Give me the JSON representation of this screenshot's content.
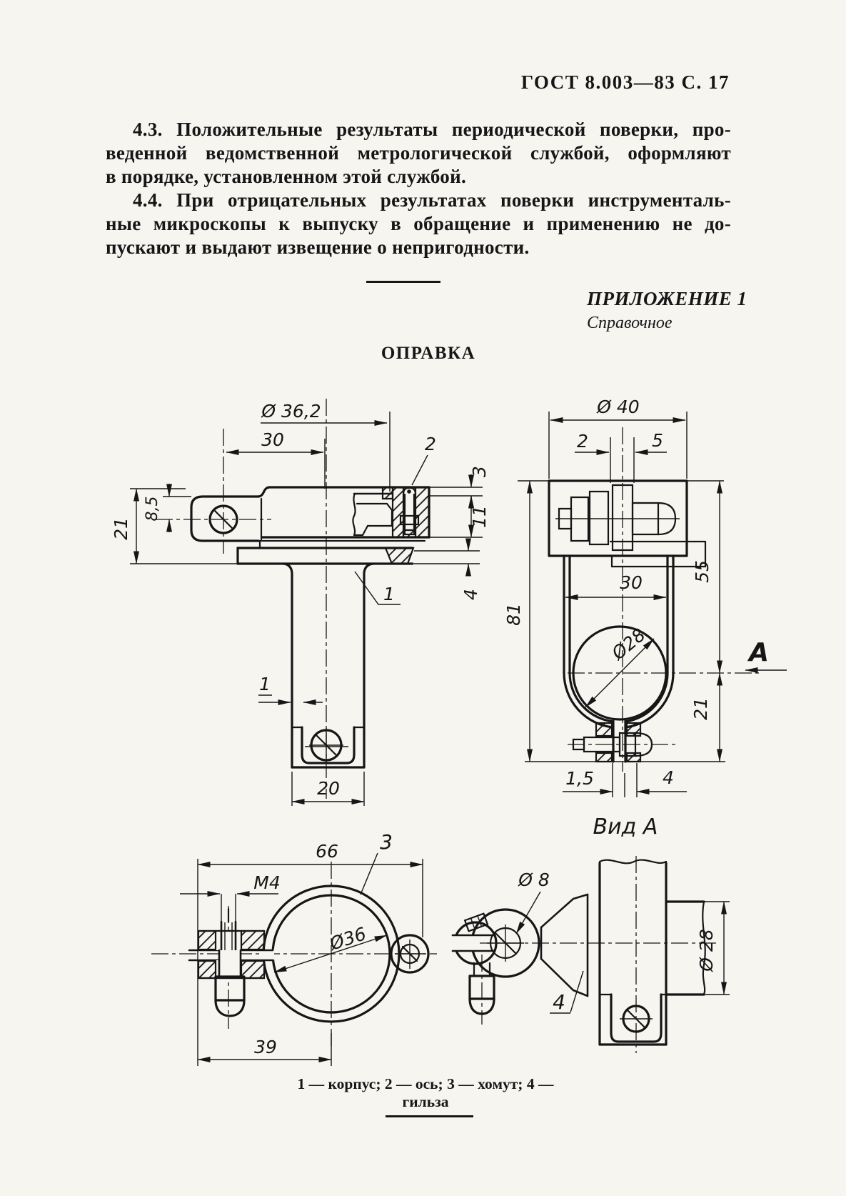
{
  "page": {
    "header": "ГОСТ 8.003—83 С. 17",
    "appendix_label": "ПРИЛОЖЕНИЕ 1",
    "appendix_sublabel": "Справочное",
    "section_title": "ОПРАВКА",
    "caption": "1 — корпус; 2 — ось; 3 — хомут; 4 — гильза"
  },
  "paragraphs": {
    "p43": [
      "4.3. Положительные результаты периодической поверки, про-",
      "веденной ведомственной метрологической службой, оформляют",
      "в порядке, установленном этой службой."
    ],
    "p44": [
      "4.4. При отрицательных результатах поверки инструменталь-",
      "ные микроскопы к выпуску в обращение и применению не до-",
      "пускают и выдают извещение о непригодности."
    ]
  },
  "drawings": {
    "korpus": {
      "dia362": "Ø 36,2",
      "w30": "30",
      "axis_callout": "2",
      "h3": "3",
      "h11": "11",
      "h4": "4",
      "h85": "8,5",
      "h21": "21",
      "wall1": "1",
      "part_callout": "1",
      "w20": "20"
    },
    "side_view": {
      "dia40": "Ø 40",
      "g2": "2",
      "g5": "5",
      "h81": "81",
      "h55": "55",
      "w30": "30",
      "dia28": "Ø28",
      "h21": "21",
      "arrow": "А",
      "b15": "1,5",
      "b4": "4",
      "title": "Вид А"
    },
    "clamp": {
      "w66": "66",
      "thread": "М4",
      "dia36": "Ø36",
      "w39": "39",
      "callout": "3"
    },
    "sleeve": {
      "dia8": "Ø 8",
      "callout": "4",
      "dia28": "Ø 28"
    }
  }
}
